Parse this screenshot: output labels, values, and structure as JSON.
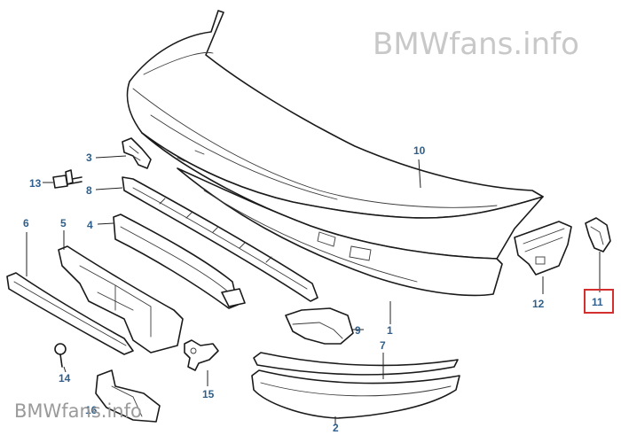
{
  "watermark": {
    "top": "BMWfans.info",
    "bottom": "BMWfans.info"
  },
  "callouts": {
    "c1": "1",
    "c2": "2",
    "c3": "3",
    "c4": "4",
    "c5": "5",
    "c6": "6",
    "c7": "7",
    "c8": "8",
    "c9": "9",
    "c10": "10",
    "c11": "11",
    "c12": "12",
    "c13": "13",
    "c14": "14",
    "c15": "15",
    "c16": "16"
  },
  "highlighted_callout": "11",
  "colors": {
    "callout_text": "#2f5f8a",
    "highlight_border": "#d32f2f",
    "line_art": "#1a1a1a"
  }
}
